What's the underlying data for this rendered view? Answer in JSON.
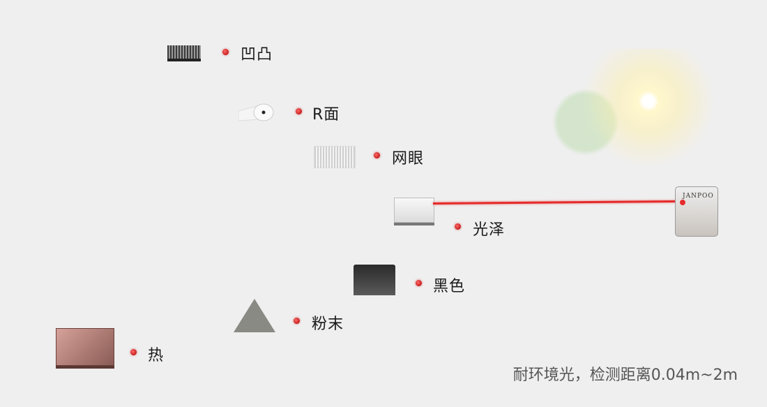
{
  "items": [
    {
      "id": "bumpy",
      "label": "凹凸"
    },
    {
      "id": "r-surface",
      "label": "R面"
    },
    {
      "id": "mesh",
      "label": "网眼"
    },
    {
      "id": "gloss",
      "label": "光泽"
    },
    {
      "id": "black",
      "label": "黑色"
    },
    {
      "id": "powder",
      "label": "粉末"
    },
    {
      "id": "heat",
      "label": "热"
    }
  ],
  "sensor": {
    "brand": "JANPOO"
  },
  "footer": {
    "text": "耐环境光，检测距离0.04m~2m"
  },
  "colors": {
    "dot": "#d42a2a",
    "beam": "#e52b2b",
    "background": "#efefef"
  }
}
